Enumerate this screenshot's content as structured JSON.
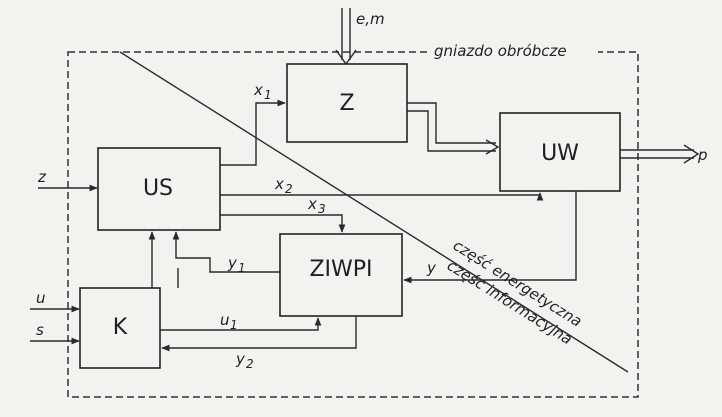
{
  "frame_label": "gniazdo obróbcze",
  "blocks": {
    "Z": "Z",
    "UW": "UW",
    "US": "US",
    "ZIWPI": "ZIWPI",
    "K": "K"
  },
  "signals": {
    "em": "e,m",
    "p": "p",
    "z": "z",
    "u": "u",
    "s": "s",
    "x1": "x",
    "x1_sub": "1",
    "x2": "x",
    "x2_sub": "2",
    "x3": "x",
    "x3_sub": "3",
    "y": "y",
    "y1": "y",
    "y1_sub": "1",
    "y2": "y",
    "y2_sub": "2",
    "u1": "u",
    "u1_sub": "1"
  },
  "regions": {
    "energy": "część energetyczna",
    "info": "część informacyjna"
  }
}
